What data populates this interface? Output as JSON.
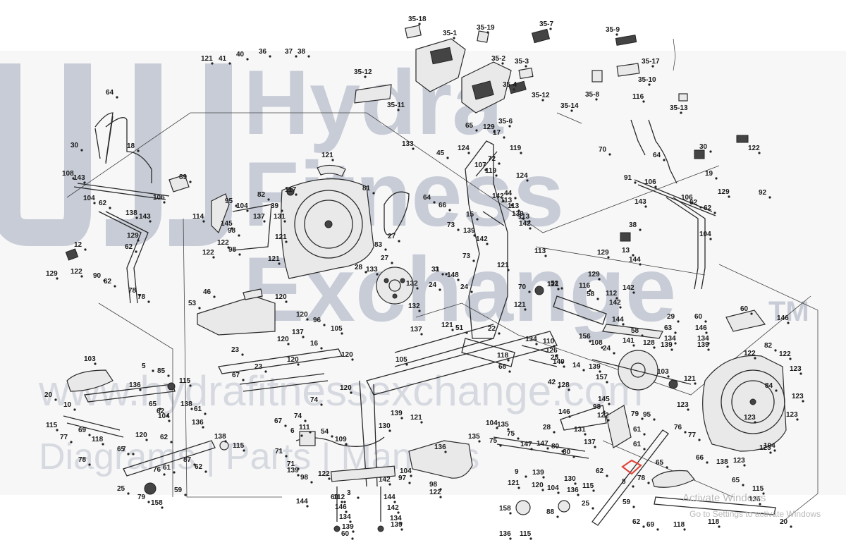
{
  "watermark": {
    "brand_lines": [
      "Hydra",
      "Fitness",
      "Exchange"
    ],
    "trademark": "TM",
    "site": "www.hydrafitnessexchange.com",
    "tagline": "Diagrams | Parts | Manuals",
    "colors": {
      "logo": "#c7ccd6",
      "tagline": "#d6d9df"
    }
  },
  "windows_watermark": {
    "line1": "Activate Windows",
    "line2": "Go to Settings to activate Windows"
  },
  "part_labels": [
    "35-18",
    "35-1",
    "35-19",
    "35-7",
    "35-9",
    "35-12",
    "35-2",
    "35-3",
    "35-4",
    "35-11",
    "35-12",
    "35-6",
    "35-14",
    "35-8",
    "35-10",
    "35-13",
    "35-17",
    "121",
    "41",
    "40",
    "36",
    "37",
    "38",
    "64",
    "30",
    "18",
    "108",
    "143",
    "89",
    "106",
    "104",
    "62",
    "138",
    "143",
    "129",
    "62",
    "12",
    "129",
    "122",
    "90",
    "62",
    "78",
    "78",
    "82",
    "117",
    "39",
    "114",
    "95",
    "104",
    "137",
    "145",
    "98",
    "122",
    "98",
    "122",
    "131",
    "121",
    "121",
    "121",
    "81",
    "83",
    "27",
    "27",
    "28",
    "133",
    "132",
    "132",
    "133",
    "45",
    "124",
    "64",
    "66",
    "73",
    "65",
    "129",
    "17",
    "119",
    "107",
    "72",
    "119",
    "124",
    "44",
    "113",
    "113",
    "142",
    "139",
    "15",
    "113",
    "142",
    "139",
    "142",
    "113",
    "73",
    "121",
    "3",
    "31",
    "148",
    "24",
    "24",
    "121",
    "51",
    "22",
    "70",
    "121",
    "121",
    "52",
    "116",
    "58",
    "129",
    "144",
    "142",
    "112",
    "142",
    "144",
    "58",
    "116",
    "70",
    "64",
    "30",
    "19",
    "91",
    "106",
    "129",
    "143",
    "106",
    "62",
    "62",
    "38",
    "104",
    "129",
    "13",
    "122",
    "92",
    "46",
    "53",
    "120",
    "120",
    "96",
    "105",
    "137",
    "16",
    "120",
    "120",
    "23",
    "23",
    "120",
    "120",
    "67",
    "67",
    "74",
    "74",
    "6",
    "111",
    "71",
    "54",
    "109",
    "71",
    "139",
    "130",
    "139",
    "121",
    "137",
    "105",
    "118",
    "68",
    "134",
    "110",
    "126",
    "25",
    "140",
    "14",
    "139",
    "42",
    "128",
    "157",
    "156",
    "108",
    "24",
    "141",
    "128",
    "29",
    "63",
    "134",
    "139",
    "60",
    "146",
    "134",
    "139",
    "60",
    "146",
    "82",
    "122",
    "122",
    "84",
    "123",
    "123",
    "123",
    "123",
    "123",
    "123",
    "121",
    "123",
    "103",
    "103",
    "5",
    "85",
    "115",
    "136",
    "20",
    "10",
    "65",
    "62",
    "104",
    "138",
    "61",
    "136",
    "115",
    "77",
    "69",
    "118",
    "65",
    "120",
    "62",
    "78",
    "7",
    "87",
    "62",
    "138",
    "115",
    "76",
    "61",
    "25",
    "79",
    "158",
    "59",
    "136",
    "104",
    "97",
    "98",
    "122",
    "98",
    "122",
    "142",
    "144",
    "3",
    "112",
    "144",
    "142",
    "134",
    "139",
    "60",
    "146",
    "134",
    "139",
    "60",
    "146",
    "145",
    "122",
    "98",
    "28",
    "131",
    "137",
    "104",
    "135",
    "75",
    "147",
    "80",
    "80",
    "75",
    "135",
    "147",
    "9",
    "139",
    "130",
    "115",
    "62",
    "79",
    "61",
    "95",
    "76",
    "77",
    "61",
    "8",
    "78",
    "65",
    "66",
    "138",
    "104",
    "121",
    "120",
    "104",
    "136",
    "25",
    "158",
    "88",
    "59",
    "62",
    "69",
    "118",
    "118",
    "65",
    "115",
    "136",
    "20",
    "136",
    "115"
  ],
  "highlight_color": "#e0453a"
}
